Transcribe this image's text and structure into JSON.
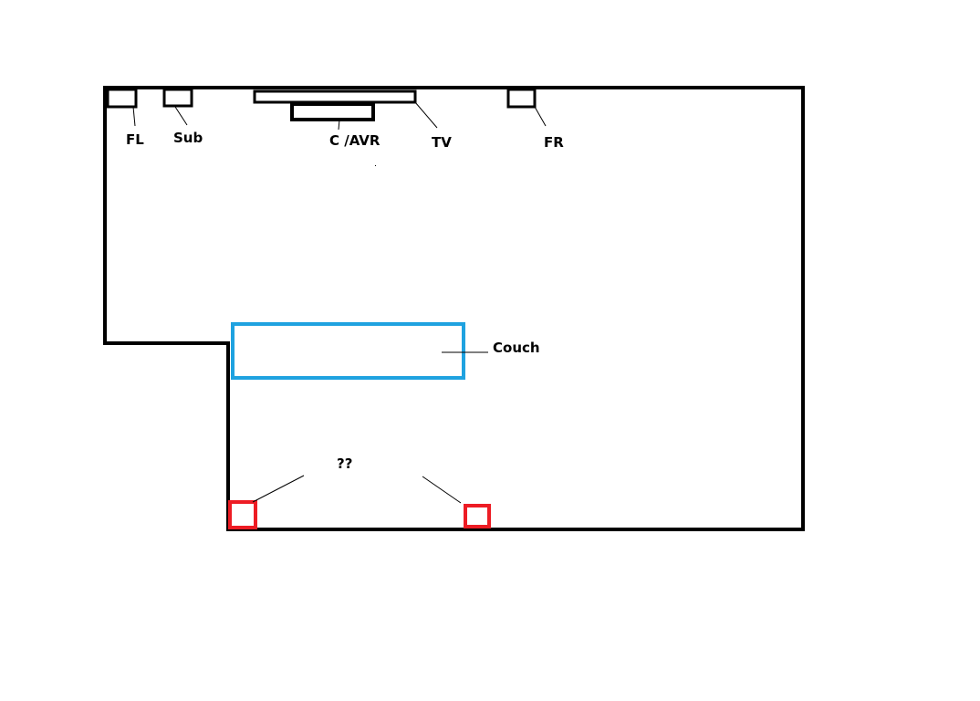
{
  "labels": {
    "fl": "FL",
    "sub": "Sub",
    "center_avr": "C /AVR",
    "tv": "TV",
    "fr": "FR",
    "couch": "Couch",
    "unknown": "??"
  },
  "colors": {
    "wall": "#000000",
    "couch": "#1fa2e0",
    "rear_speaker": "#ed1c24"
  }
}
